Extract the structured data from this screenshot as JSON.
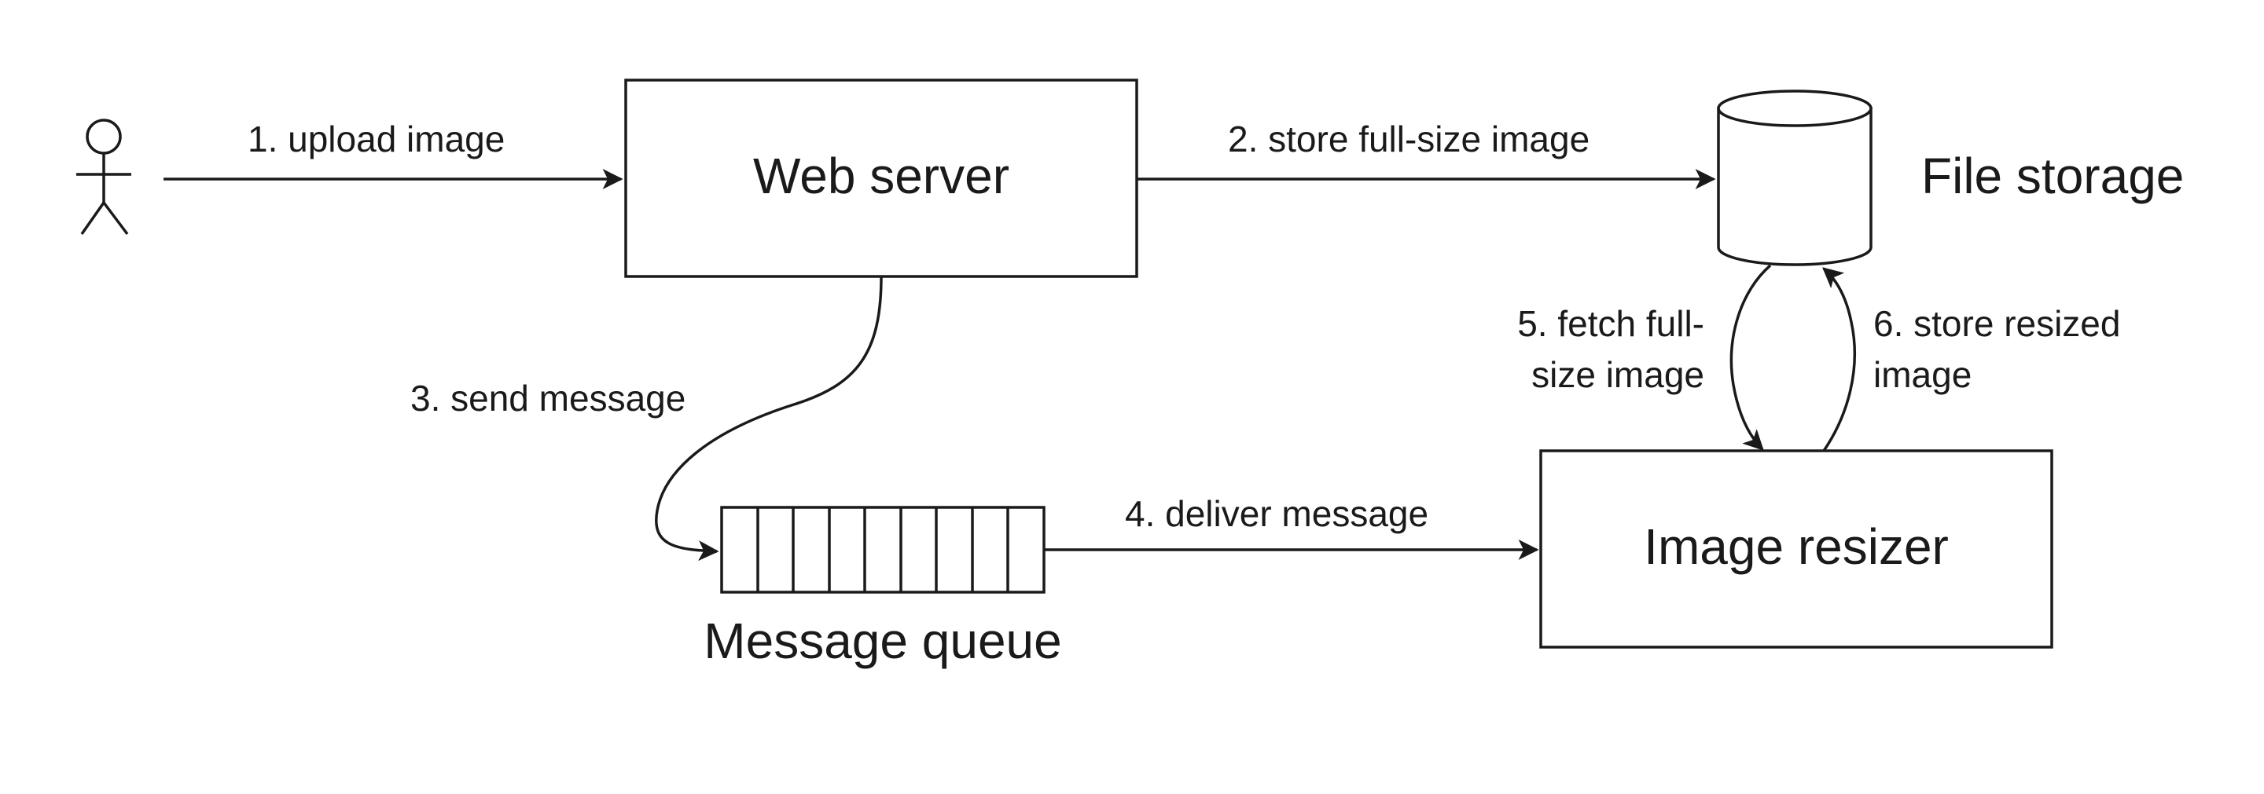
{
  "nodes": {
    "user": {
      "kind": "actor"
    },
    "web_server": {
      "label": "Web server"
    },
    "file_storage": {
      "label": "File storage"
    },
    "message_queue": {
      "label": "Message queue"
    },
    "image_resizer": {
      "label": "Image resizer"
    }
  },
  "edges": {
    "upload": {
      "label": "1. upload image",
      "from": "user",
      "to": "web_server"
    },
    "store_full": {
      "label": "2. store full-size image",
      "from": "web_server",
      "to": "file_storage"
    },
    "send_message": {
      "label": "3. send message",
      "from": "web_server",
      "to": "message_queue"
    },
    "deliver_message": {
      "label": "4. deliver message",
      "from": "message_queue",
      "to": "image_resizer"
    },
    "fetch_full": {
      "label_lines": [
        "5. fetch full-",
        "size image"
      ],
      "from": "file_storage",
      "to": "image_resizer"
    },
    "store_resized": {
      "label_lines": [
        "6. store resized",
        "image"
      ],
      "from": "image_resizer",
      "to": "file_storage"
    }
  }
}
